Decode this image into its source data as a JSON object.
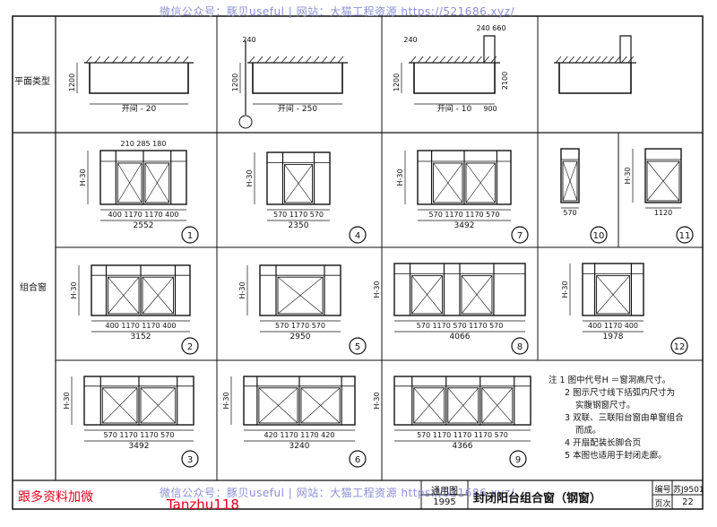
{
  "watermark_top": "微信公众号：豚贝useful | 网站：大猫工程资源 https://521686.xyz/",
  "watermark_bottom": "微信公众号：豚贝useful | 网站：大猫工程资源 https://521686.xyz/",
  "promo": {
    "line1": "跟多资料加微",
    "line2": "Tanzhu118"
  },
  "row_labels": {
    "plan_type": "平面类型",
    "combo_window": "组合窗"
  },
  "plans": [
    {
      "label": "开间 - 20",
      "dims": [
        "1200"
      ]
    },
    {
      "label": "开间 - 250",
      "dims": [
        "240",
        "1200"
      ]
    },
    {
      "label": "开间 - 10",
      "dims": [
        "240",
        "660",
        "1200",
        "2100",
        "900"
      ]
    },
    {
      "label": "",
      "dims": []
    }
  ],
  "height_label": "H-30",
  "windows": [
    {
      "num": "1",
      "segments": "400 1170 1170 400",
      "total": "2552",
      "top": "210 285 180"
    },
    {
      "num": "4",
      "segments": "570 1170 570",
      "total": "2350"
    },
    {
      "num": "7",
      "segments": "570 1170 1170 570",
      "total": "3492"
    },
    {
      "num": "10",
      "segments": "570",
      "total": ""
    },
    {
      "num": "11",
      "segments": "1120",
      "total": ""
    },
    {
      "num": "2",
      "segments": "400 1170 1170 400",
      "total": "3152"
    },
    {
      "num": "5",
      "segments": "570 1770 570",
      "total": "2950"
    },
    {
      "num": "8",
      "segments": "570 1170 570 1170 570",
      "total": "4066"
    },
    {
      "num": "12",
      "segments": "400 1170 400",
      "total": "1978"
    },
    {
      "num": "3",
      "segments": "570 1170 1170 570",
      "total": "3492"
    },
    {
      "num": "6",
      "segments": "420 1170 1170 420",
      "total": "3240"
    },
    {
      "num": "9",
      "segments": "570 1170 1170 1170 570",
      "total": "4366"
    }
  ],
  "notes": [
    "注 1 图中代号H ＝窗洞高尺寸。",
    "2 图示尺寸线下括弧内尺寸为",
    "实腹钢窗尺寸。",
    "3 双联、三联阳台窗由单窗组合",
    "而成。",
    "4 开扇配装长脚合页",
    "5 本图也适用于封闭走廊。"
  ],
  "title_block": {
    "label_apply": "通用图",
    "year": "1995",
    "title": "封闭阳台组合窗（钢窗）",
    "label_code": "编号",
    "code": "苏J9501",
    "label_page": "页次",
    "page": "22"
  }
}
